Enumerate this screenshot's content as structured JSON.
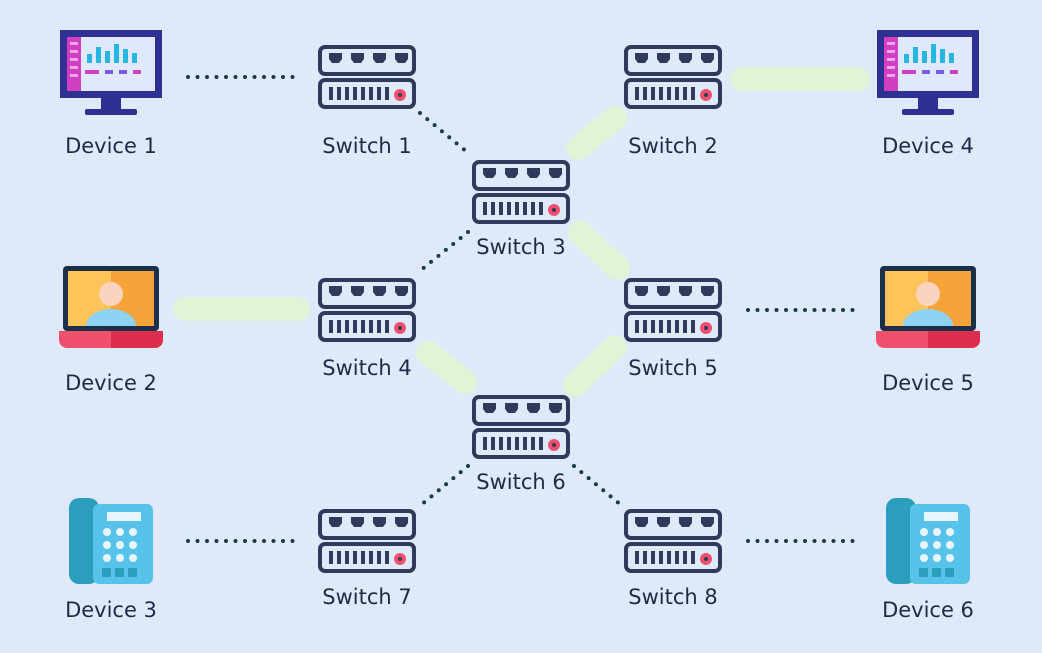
{
  "diagram": {
    "nodes": {
      "device1": {
        "label": "Device 1",
        "type": "monitor"
      },
      "device2": {
        "label": "Device 2",
        "type": "laptop"
      },
      "device3": {
        "label": "Device 3",
        "type": "phone"
      },
      "device4": {
        "label": "Device 4",
        "type": "monitor"
      },
      "device5": {
        "label": "Device 5",
        "type": "laptop"
      },
      "device6": {
        "label": "Device 6",
        "type": "phone"
      },
      "switch1": {
        "label": "Switch 1",
        "type": "switch"
      },
      "switch2": {
        "label": "Switch 2",
        "type": "switch"
      },
      "switch3": {
        "label": "Switch 3",
        "type": "switch"
      },
      "switch4": {
        "label": "Switch 4",
        "type": "switch"
      },
      "switch5": {
        "label": "Switch 5",
        "type": "switch"
      },
      "switch6": {
        "label": "Switch 6",
        "type": "switch"
      },
      "switch7": {
        "label": "Switch 7",
        "type": "switch"
      },
      "switch8": {
        "label": "Switch 8",
        "type": "switch"
      }
    },
    "links": [
      {
        "from": "device1",
        "to": "switch1",
        "style": "dotted"
      },
      {
        "from": "switch1",
        "to": "switch3",
        "style": "dotted"
      },
      {
        "from": "switch3",
        "to": "switch2",
        "style": "highlight"
      },
      {
        "from": "switch2",
        "to": "device4",
        "style": "highlight"
      },
      {
        "from": "switch3",
        "to": "switch4",
        "style": "dotted"
      },
      {
        "from": "switch3",
        "to": "switch5",
        "style": "highlight"
      },
      {
        "from": "device2",
        "to": "switch4",
        "style": "highlight"
      },
      {
        "from": "switch5",
        "to": "device5",
        "style": "dotted"
      },
      {
        "from": "switch4",
        "to": "switch6",
        "style": "highlight"
      },
      {
        "from": "switch5",
        "to": "switch6",
        "style": "highlight"
      },
      {
        "from": "switch6",
        "to": "switch7",
        "style": "dotted"
      },
      {
        "from": "switch6",
        "to": "switch8",
        "style": "dotted"
      },
      {
        "from": "device3",
        "to": "switch7",
        "style": "dotted"
      },
      {
        "from": "switch8",
        "to": "device6",
        "style": "dotted"
      }
    ],
    "colors": {
      "background": "#deeaf9",
      "dotted_link": "#1d3a45",
      "highlight_link": "#e3f4d6",
      "switch_outline": "#2f3b5a",
      "switch_led": "#f0506e",
      "label": "#1d2b45"
    },
    "icons": {
      "switch": "network-switch-icon",
      "monitor": "monitor-icon",
      "laptop": "laptop-icon",
      "phone": "desk-phone-icon"
    }
  }
}
